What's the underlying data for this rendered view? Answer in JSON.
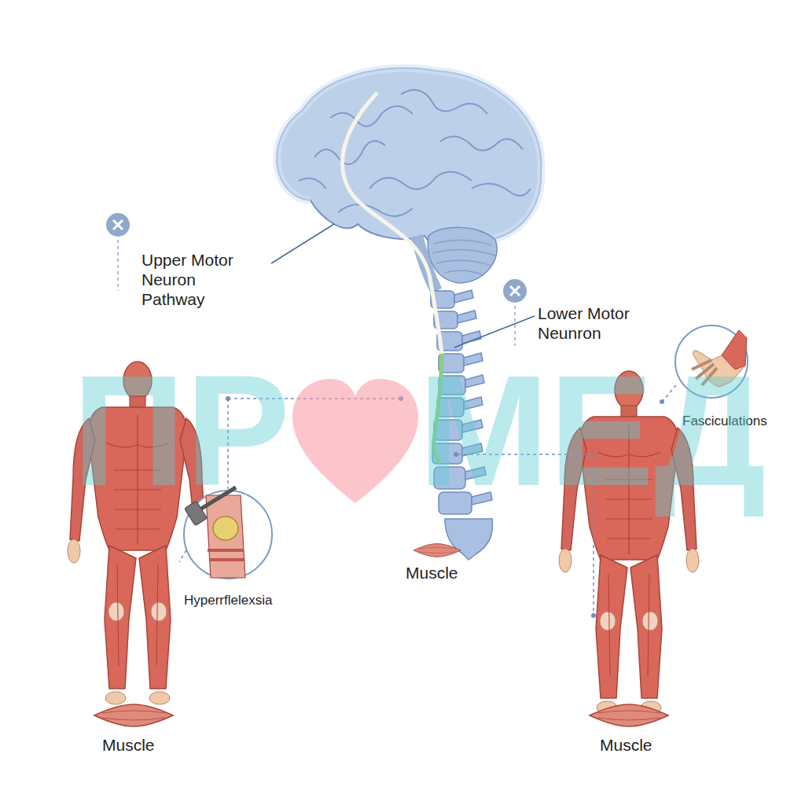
{
  "diagram": {
    "labels": [
      "Upper Motor Neuron Pathway",
      "Lower Motor Neunron",
      "Fasciculations",
      "Hyperrflelexsia",
      "Muscle",
      "Muscle",
      "Muscle",
      "ПР",
      "МЕД"
    ]
  }
}
